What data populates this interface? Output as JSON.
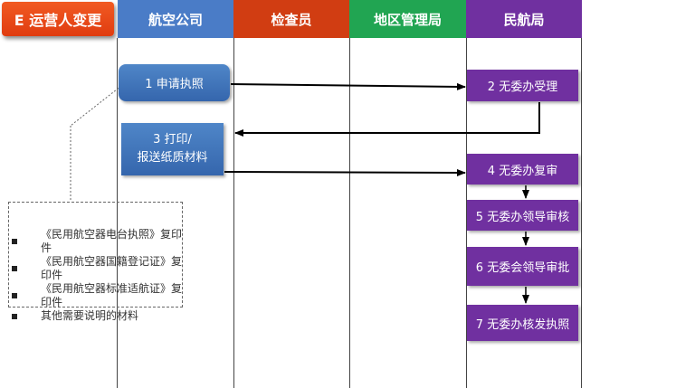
{
  "badge": {
    "label": "E 运营人变更",
    "color": "#ef4b1b"
  },
  "lanes": [
    {
      "label": "航空公司",
      "color": "#4a7cc7"
    },
    {
      "label": "检查员",
      "color": "#d13d12"
    },
    {
      "label": "地区管理局",
      "color": "#21a552"
    },
    {
      "label": "民航局",
      "color": "#7030a0"
    }
  ],
  "steps": {
    "s1": "1 申请执照",
    "s2": "2 无委办受理",
    "s3_line1": "3 打印/",
    "s3_line2": "报送纸质材料",
    "s4": "4 无委办复审",
    "s5": "5 无委办领导审核",
    "s6": "6 无委会领导审批",
    "s7": "7 无委办核发执照"
  },
  "note_items": [
    "《民用航空器电台执照》复印件",
    "《民用航空器国籍登记证》复印件",
    "《民用航空器标准适航证》复印件",
    "其他需要说明的材料"
  ]
}
